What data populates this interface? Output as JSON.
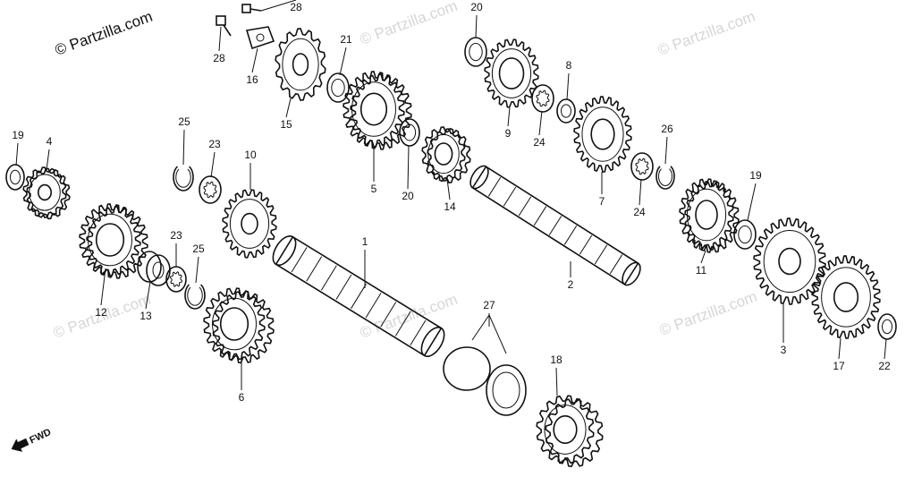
{
  "copyright": "© Partzilla.com",
  "watermark": "© Partzilla.com",
  "direction_label": "FWD",
  "callouts": [
    {
      "id": "19a",
      "text": "19"
    },
    {
      "id": "4",
      "text": "4"
    },
    {
      "id": "25a",
      "text": "25"
    },
    {
      "id": "23a",
      "text": "23"
    },
    {
      "id": "10",
      "text": "10"
    },
    {
      "id": "12",
      "text": "12"
    },
    {
      "id": "13",
      "text": "13"
    },
    {
      "id": "23b",
      "text": "23"
    },
    {
      "id": "25b",
      "text": "25"
    },
    {
      "id": "6",
      "text": "6"
    },
    {
      "id": "28a",
      "text": "28"
    },
    {
      "id": "28b",
      "text": "28"
    },
    {
      "id": "16",
      "text": "16"
    },
    {
      "id": "15",
      "text": "15"
    },
    {
      "id": "21",
      "text": "21"
    },
    {
      "id": "5",
      "text": "5"
    },
    {
      "id": "20a",
      "text": "20"
    },
    {
      "id": "14",
      "text": "14"
    },
    {
      "id": "1",
      "text": "1"
    },
    {
      "id": "2",
      "text": "2"
    },
    {
      "id": "27",
      "text": "27"
    },
    {
      "id": "18",
      "text": "18"
    },
    {
      "id": "20b",
      "text": "20"
    },
    {
      "id": "9",
      "text": "9"
    },
    {
      "id": "24a",
      "text": "24"
    },
    {
      "id": "8",
      "text": "8"
    },
    {
      "id": "7",
      "text": "7"
    },
    {
      "id": "24b",
      "text": "24"
    },
    {
      "id": "26",
      "text": "26"
    },
    {
      "id": "11",
      "text": "11"
    },
    {
      "id": "19b",
      "text": "19"
    },
    {
      "id": "3",
      "text": "3"
    },
    {
      "id": "17",
      "text": "17"
    },
    {
      "id": "22",
      "text": "22"
    }
  ]
}
